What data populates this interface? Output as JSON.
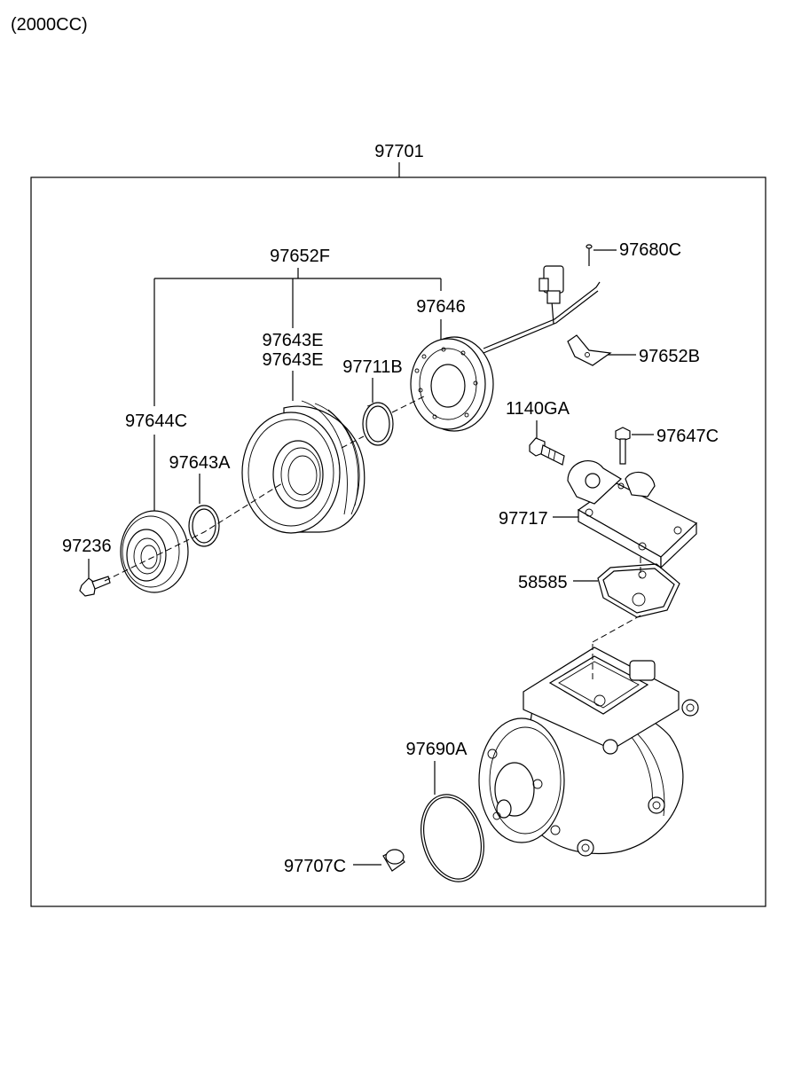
{
  "header": {
    "engine_variant": "(2000CC)"
  },
  "assembly": {
    "number": "97701"
  },
  "labels": {
    "clutch_assembly": "97652F",
    "field_coil": "97646",
    "pulley_a": "97643E",
    "pulley_b": "97643E",
    "snap_ring_coil": "97711B",
    "hub": "97644C",
    "snap_ring_pulley": "97643A",
    "hub_bolt": "97236",
    "bracket_screw": "97680C",
    "lead_bracket": "97652B",
    "cover_bolt": "1140GA",
    "valve_bolt": "97647C",
    "rear_cover": "97717",
    "gasket": "58585",
    "o_ring": "97690A",
    "plug": "97707C"
  }
}
